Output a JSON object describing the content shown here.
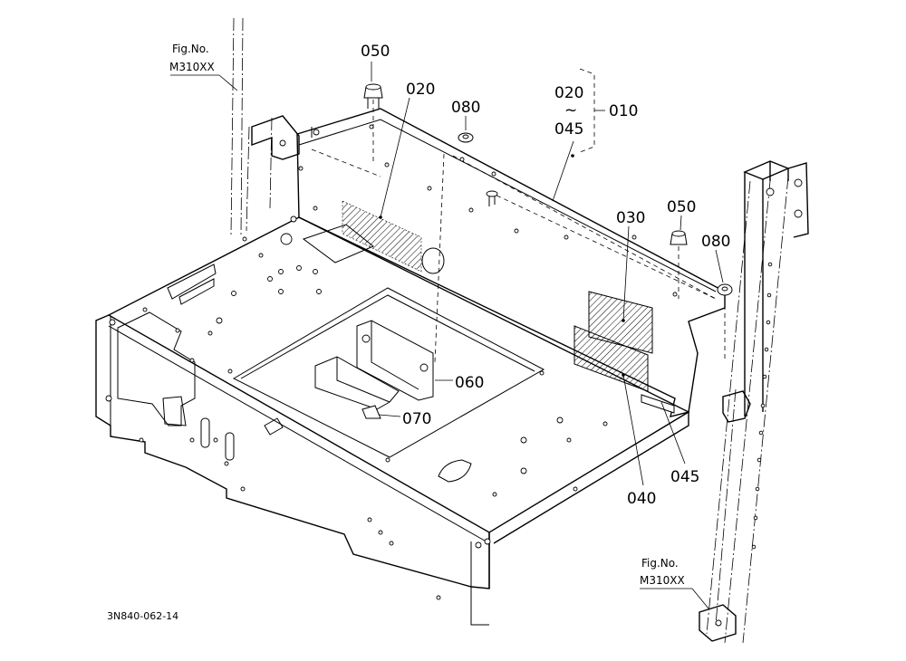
{
  "callouts": {
    "c050a": "050",
    "c020": "020",
    "c080a": "080",
    "c010_from": "020",
    "c010_tilde": "~",
    "c010_to": "045",
    "c010": "010",
    "c030": "030",
    "c050b": "050",
    "c080b": "080",
    "c060": "060",
    "c070": "070",
    "c045": "045",
    "c040": "040"
  },
  "fig_refs": {
    "top_left": {
      "line1": "Fig.No.",
      "line2": "M310XX"
    },
    "bottom_right": {
      "line1": "Fig.No.",
      "line2": "M310XX"
    }
  },
  "drawing_number": "3N840-062-14",
  "colors": {
    "line": "#000000",
    "background": "#ffffff"
  }
}
